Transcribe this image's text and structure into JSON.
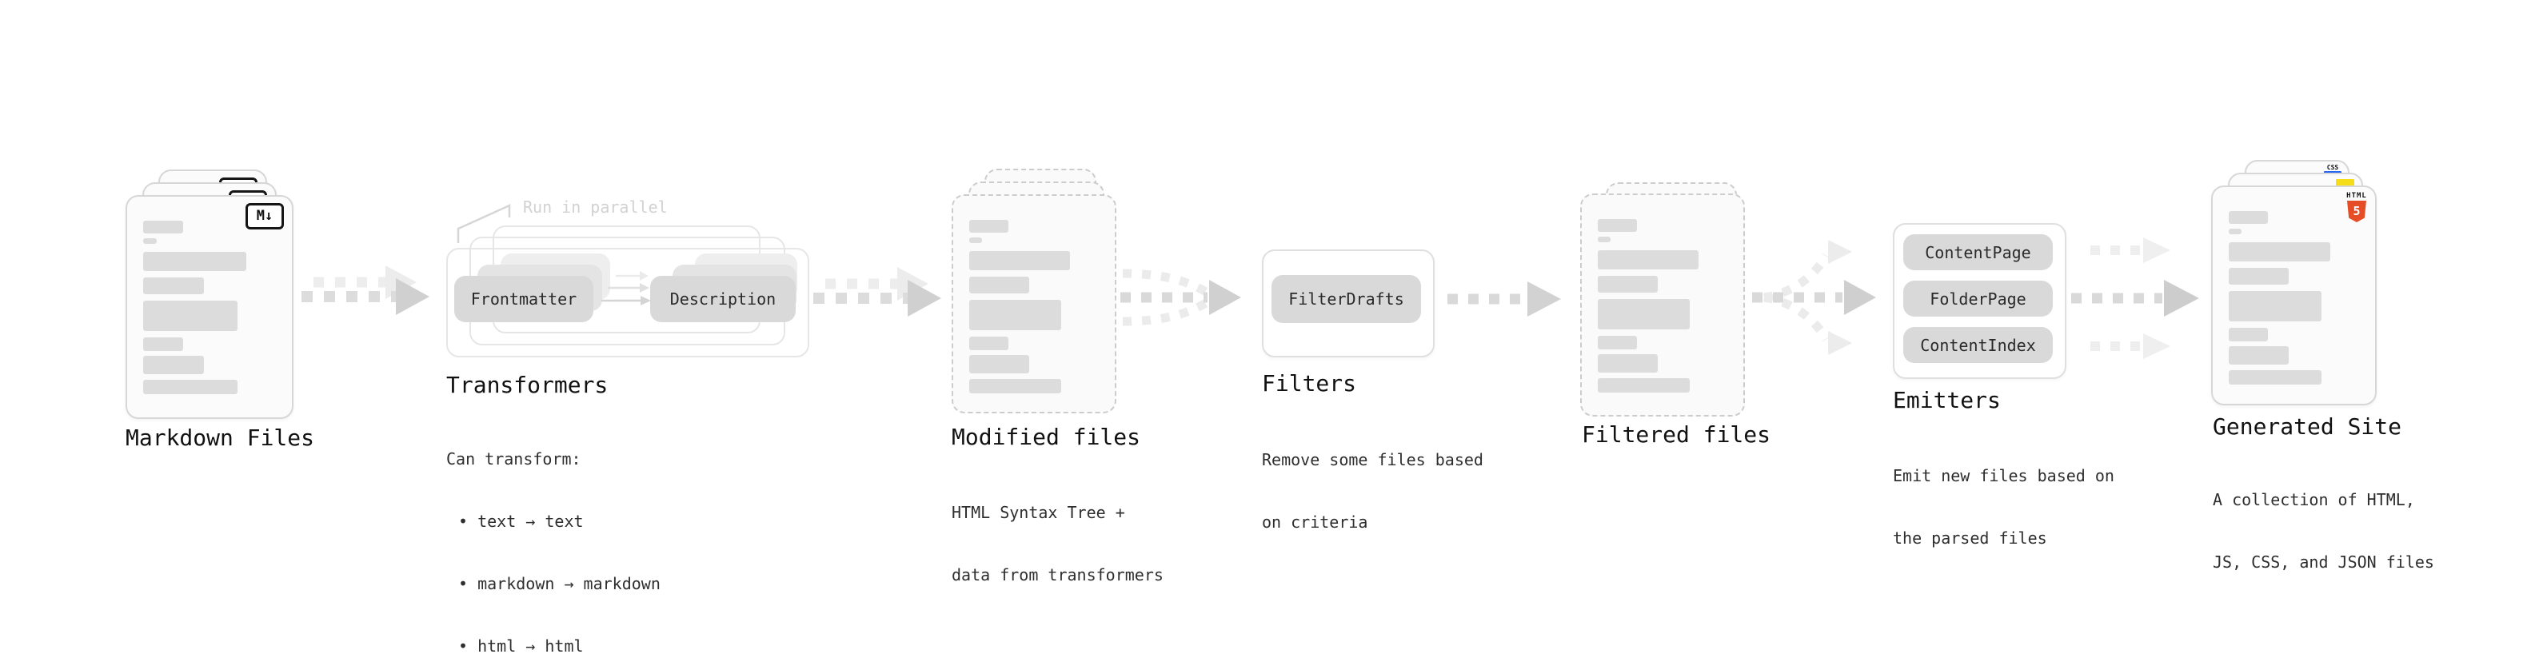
{
  "markdown_files": {
    "title": "Markdown Files",
    "badge": "M↓"
  },
  "transformers": {
    "title": "Transformers",
    "callout": "Run in parallel",
    "pill_left": "Frontmatter",
    "pill_right": "Description",
    "desc_heading": "Can transform:",
    "bullets": [
      "• text → text",
      "• markdown → markdown",
      "• html → html"
    ]
  },
  "modified_files": {
    "title": "Modified files",
    "desc_line1": "HTML Syntax Tree +",
    "desc_line2": "data from transformers"
  },
  "filters": {
    "title": "Filters",
    "pill": "FilterDrafts",
    "desc_line1": "Remove some files based",
    "desc_line2": "on criteria"
  },
  "filtered_files": {
    "title": "Filtered files"
  },
  "emitters": {
    "title": "Emitters",
    "pills": [
      "ContentPage",
      "FolderPage",
      "ContentIndex"
    ],
    "desc_line1": "Emit new files based on",
    "desc_line2": "the parsed files"
  },
  "generated_site": {
    "title": "Generated Site",
    "desc_line1": "A collection of HTML,",
    "desc_line2": "JS, CSS, and JSON files",
    "badge_css": "CSS",
    "badge_html": "HTML",
    "badge_html_num": "5"
  },
  "colors": {
    "html5_orange": "#e44d26",
    "js_yellow": "#f5de19",
    "css_blue": "#2965f1"
  }
}
